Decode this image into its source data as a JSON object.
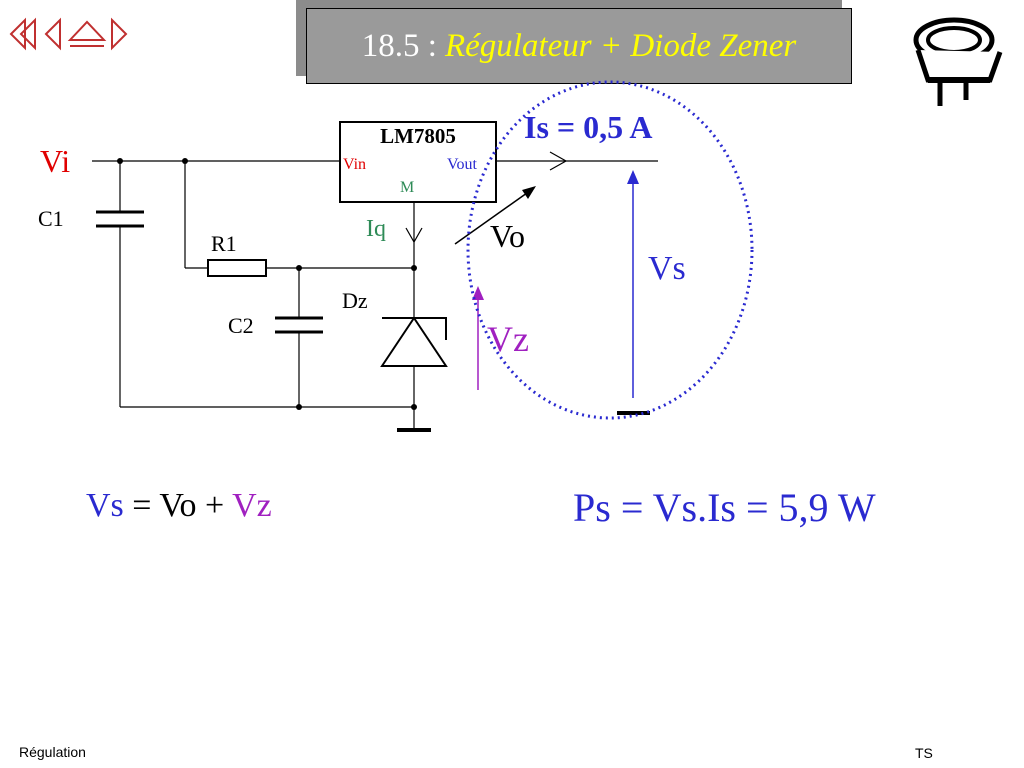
{
  "title": {
    "number": "18.5 :",
    "text": "Régulateur + Diode Zener"
  },
  "navigation": [
    "first-slide",
    "previous-slide",
    "home",
    "next-slide"
  ],
  "circuit": {
    "input_label": "Vi",
    "c1": "C1",
    "r1": "R1",
    "c2": "C2",
    "dz": "Dz",
    "regulator": "LM7805",
    "vin": "Vin",
    "vout": "Vout",
    "m": "M",
    "iq": "Iq",
    "vo": "Vo",
    "vz": "Vz",
    "vs": "Vs",
    "is_value": "Is = 0,5 A"
  },
  "equations": {
    "eq1": {
      "vs": "Vs",
      "middle": " = Vo + ",
      "vz": "Vz"
    },
    "eq2": "Ps = Vs.Is = 5,9 W"
  },
  "footer": {
    "left": "Régulation",
    "right": "TS"
  },
  "colors": {
    "red": "#e00000",
    "blue": "#2a2ad0",
    "green": "#2e8b57",
    "purple": "#a020c0",
    "title_bg": "#9a9a9a",
    "title_text": "#ffff00"
  }
}
